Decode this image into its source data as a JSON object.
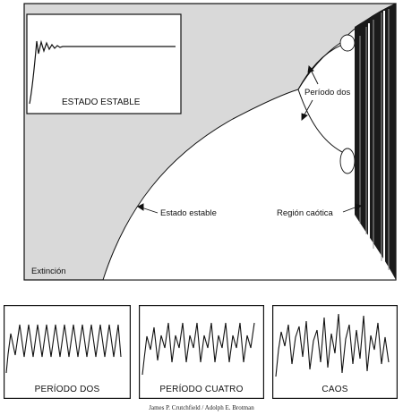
{
  "diagram": {
    "labels": {
      "periodo_dos": "Período dos",
      "estado_estable": "Estado estable",
      "region_caotica": "Región caótica",
      "extincion": "Extinción"
    },
    "inset": {
      "title": "ESTADO ESTABLE"
    }
  },
  "panels": [
    {
      "title": "PERÍODO DOS"
    },
    {
      "title": "PERÍODO CUATRO"
    },
    {
      "title": "CAOS"
    }
  ],
  "credit": "James P. Crutchfield / Adolph E. Brotman",
  "colors": {
    "background_gray": "#d9d9d9",
    "ink": "#111111",
    "chaos": "#1a1a1a"
  }
}
